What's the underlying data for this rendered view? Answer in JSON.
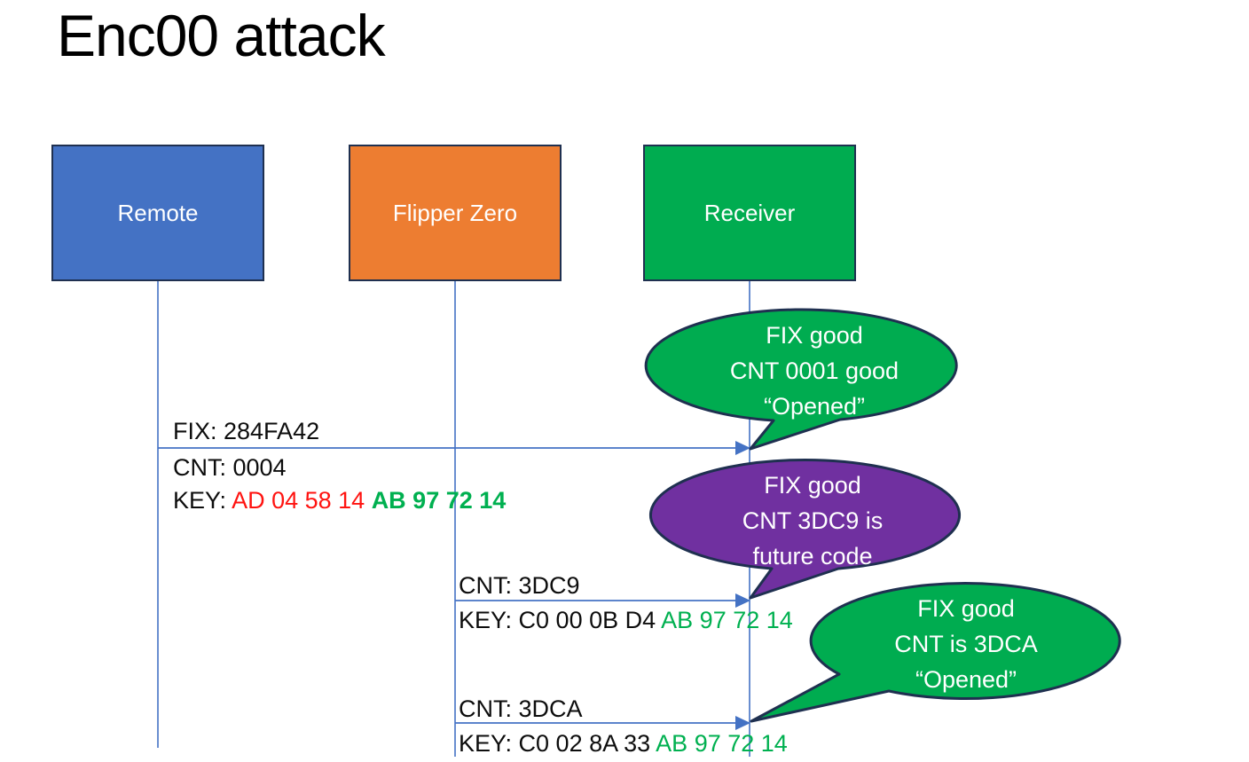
{
  "title": "Enc00 attack",
  "colors": {
    "remote_fill": "#4472C4",
    "flipper_fill": "#ED7D31",
    "receiver_fill": "#00AC50",
    "bubble_green": "#00AC50",
    "bubble_purple": "#7030A0",
    "shape_border": "#1F3050",
    "line_blue": "#4472C4",
    "key_red": "#FF1310",
    "key_green": "#00B050",
    "message_text": "#0D0D0D",
    "bubble_text": "#FFFFFF"
  },
  "actors": {
    "remote": {
      "label": "Remote"
    },
    "flipper": {
      "label": "Flipper Zero"
    },
    "receiver": {
      "label": "Receiver"
    }
  },
  "messages": {
    "m1": {
      "fix": "FIX: 284FA42",
      "cnt": "CNT: 0004",
      "key_label": "KEY: ",
      "key_red": "AD 04 58 14 ",
      "key_green": "AB 97 72 14"
    },
    "m2": {
      "cnt": "CNT: 3DC9",
      "key_black": "KEY: C0 00 0B D4 ",
      "key_green": "AB 97 72 14"
    },
    "m3": {
      "cnt": "CNT: 3DCA",
      "key_black": "KEY: C0 02 8A 33 ",
      "key_green": "AB 97 72 14"
    }
  },
  "bubbles": {
    "b1": {
      "l1": "FIX good",
      "l2": "CNT 0001 good",
      "l3": "“Opened”"
    },
    "b2": {
      "l1": "FIX good",
      "l2": "CNT 3DC9 is",
      "l3": "future code"
    },
    "b3": {
      "l1": "FIX good",
      "l2": "CNT is 3DCA",
      "l3": "“Opened”"
    }
  }
}
